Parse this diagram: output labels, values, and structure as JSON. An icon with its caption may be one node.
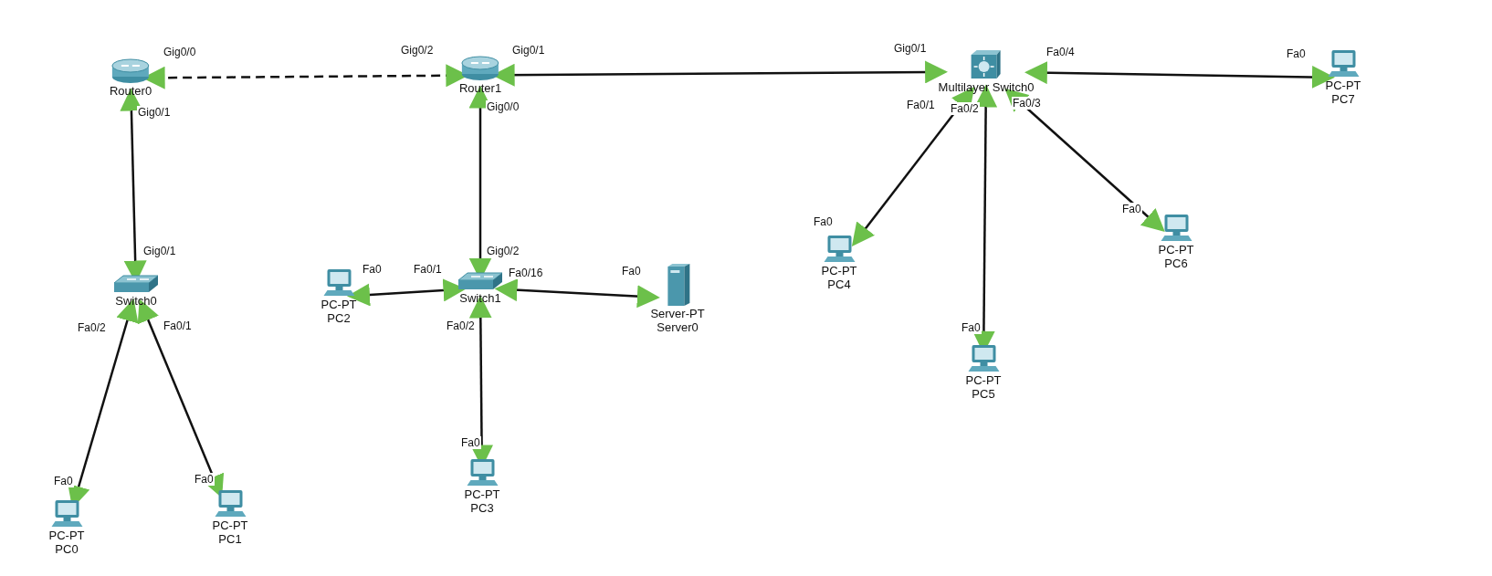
{
  "diagram": {
    "nodes": [
      {
        "text": [
          "Router0"
        ]
      },
      {
        "text": [
          "Router1"
        ]
      },
      {
        "text": [
          "Multilayer Switch0"
        ]
      },
      {
        "text": [
          "PC-PT",
          "PC7"
        ]
      },
      {
        "text": [
          "Switch0"
        ]
      },
      {
        "text": [
          "Switch1"
        ]
      },
      {
        "text": [
          "PC-PT",
          "PC2"
        ]
      },
      {
        "text": [
          "Server-PT",
          "Server0"
        ]
      },
      {
        "text": [
          "PC-PT",
          "PC4"
        ]
      },
      {
        "text": [
          "PC-PT",
          "PC6"
        ]
      },
      {
        "text": [
          "PC-PT",
          "PC5"
        ]
      },
      {
        "text": [
          "PC-PT",
          "PC3"
        ]
      },
      {
        "text": [
          "PC-PT",
          "PC0"
        ]
      },
      {
        "text": [
          "PC-PT",
          "PC1"
        ]
      }
    ],
    "edges": [
      {
        "from": 0,
        "to": 1,
        "arrow": "both",
        "style": "dashed"
      },
      {
        "from": 1,
        "to": 2,
        "arrow": "both"
      },
      {
        "from": 0,
        "to": 4,
        "arrow": "both"
      },
      {
        "from": 1,
        "to": 5,
        "arrow": "both"
      },
      {
        "from": 4,
        "to": 12,
        "arrow": "both"
      },
      {
        "from": 4,
        "to": 13,
        "arrow": "both"
      },
      {
        "from": 6,
        "to": 5,
        "arrow": "both"
      },
      {
        "from": 5,
        "to": 7,
        "arrow": "both"
      },
      {
        "from": 5,
        "to": 11,
        "arrow": "both"
      },
      {
        "from": 2,
        "to": 3,
        "arrow": "both"
      },
      {
        "from": 2,
        "to": 8,
        "arrow": "both"
      },
      {
        "from": 2,
        "to": 10,
        "arrow": "both"
      },
      {
        "from": 2,
        "to": 9,
        "arrow": "both"
      }
    ],
    "labels": [
      "Gig0/0",
      "Gig0/2",
      "Gig0/1",
      "Gig0/1",
      "Fa0/4",
      "Fa0",
      "Gig0/1",
      "Gig0/0",
      "Fa0/1",
      "Fa0/2",
      "Fa0/3",
      "Fa0",
      "Fa0",
      "Gig0/1",
      "Gig0/2",
      "Fa0",
      "Fa0/1",
      "Fa0/16",
      "Fa0",
      "Fa0/2",
      "Fa0/1",
      "Fa0/2",
      "Fa0",
      "Fa0",
      "Fa0",
      "Fa0"
    ]
  }
}
